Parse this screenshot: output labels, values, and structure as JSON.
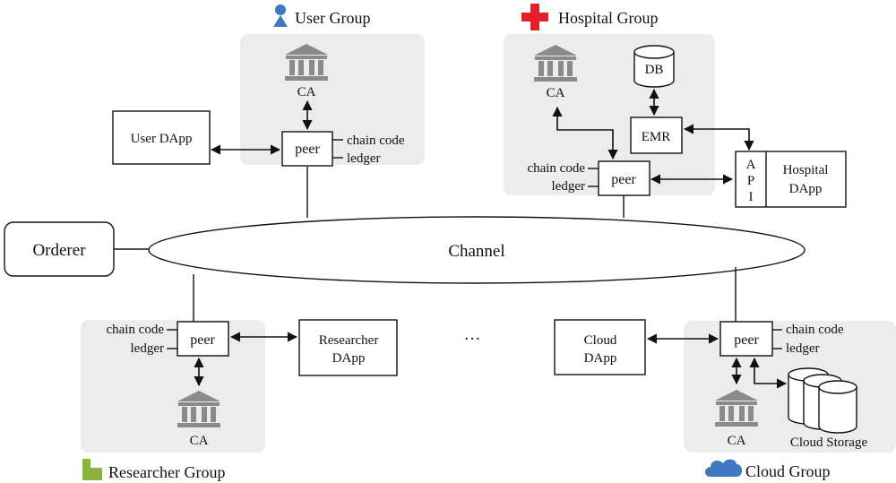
{
  "groups": {
    "user": "User Group",
    "hospital": "Hospital Group",
    "researcher": "Researcher Group",
    "cloud": "Cloud Group"
  },
  "nodes": {
    "orderer": "Orderer",
    "channel": "Channel",
    "peer": "peer",
    "ca": "CA",
    "chaincode": "chain code",
    "ledger": "ledger",
    "user_dapp": "User DApp",
    "db": "DB",
    "emr": "EMR",
    "api": [
      "A",
      "P",
      "I"
    ],
    "hospital_dapp": [
      "Hospital",
      "DApp"
    ],
    "researcher_dapp": [
      "Researcher",
      "DApp"
    ],
    "cloud_dapp": [
      "Cloud",
      "DApp"
    ],
    "cloud_storage": "Cloud Storage",
    "ellipsis": "···"
  },
  "colors": {
    "user_icon": "#3f78c0",
    "hospital_icon": "#e0202a",
    "researcher_icon": "#8ab43f",
    "cloud_icon": "#3f78c0",
    "panel": "#ececec",
    "ca_icon": "#8a8a8a"
  }
}
